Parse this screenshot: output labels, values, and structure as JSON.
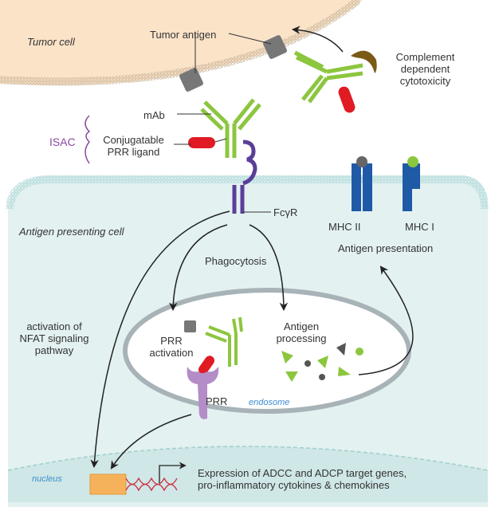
{
  "labels": {
    "tumor_cell": "Tumor cell",
    "tumor_antigen": "Tumor antigen",
    "mab": "mAb",
    "isac": "ISAC",
    "conjugatable_line1": "Conjugatable",
    "conjugatable_line2": "PRR ligand",
    "cdc_line1": "Complement",
    "cdc_line2": "dependent",
    "cdc_line3": "cytotoxicity",
    "fcgr": "FcγR",
    "apc": "Antigen presenting cell",
    "mhc2": "MHC II",
    "mhc1": "MHC I",
    "antigen_presentation": "Antigen presentation",
    "phagocytosis": "Phagocytosis",
    "nfat_line1": "activation of",
    "nfat_line2": "NFAT signaling",
    "nfat_line3": "pathway",
    "prr_act_line1": "PRR",
    "prr_act_line2": "activation",
    "antigen_proc_line1": "Antigen",
    "antigen_proc_line2": "processing",
    "prr": "PRR",
    "endosome": "endosome",
    "nucleus": "nucleus",
    "expression_line1": "Expression of ADCC and ADCP target genes,",
    "expression_line2": "pro-inflammatory cytokines & chemokines"
  },
  "colors": {
    "tumor_cell": "#fbe3c8",
    "apc": "#e3f1f1",
    "nucleus": "#cfe7e6",
    "antibody": "#8cc63f",
    "ligand": "#e01b24",
    "fcgr": "#5a3f99",
    "mhc": "#1f5aa6",
    "prr": "#b48cc8",
    "complement": "#7a5a14",
    "antigen": "#777777",
    "isac": "#8a4aa0",
    "endosome_text": "#3d8fd1",
    "dna": "#d0283c",
    "gene_box": "#f6b25a"
  }
}
